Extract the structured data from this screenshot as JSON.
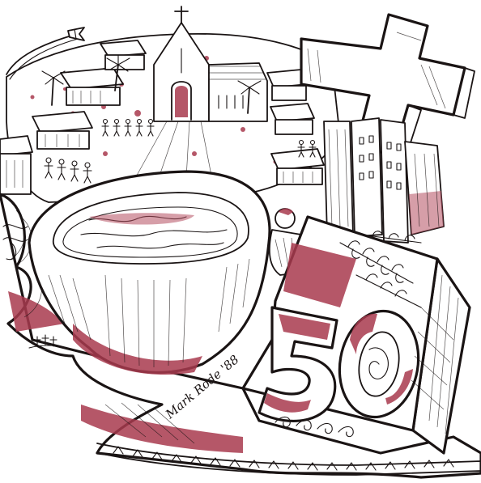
{
  "illustration": {
    "style": "pen-and-ink with crimson wash",
    "ink_color": "#1a1414",
    "accent_color": "#a83a4d",
    "background_color": "#ffffff",
    "elements": [
      "airplane-icon",
      "church-with-cross",
      "village-houses",
      "stick-figure-people",
      "palm-trees",
      "large-cross",
      "tall-buildings",
      "baptismal-bowl",
      "number-50-block",
      "draped-cloth-with-triangle-border",
      "graves-with-crosses"
    ]
  },
  "signature": {
    "text": "Mark Rode '88"
  }
}
